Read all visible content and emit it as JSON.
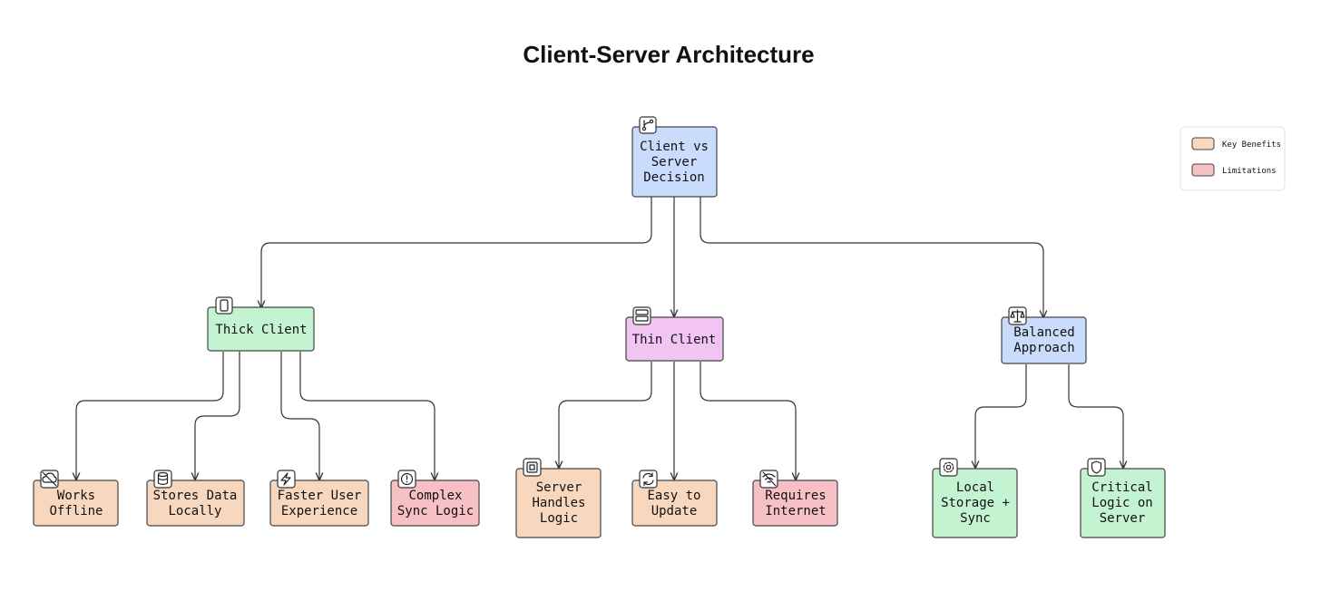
{
  "title": "Client-Server Architecture",
  "colors": {
    "decision": "#c9dcfb",
    "thick": "#c3f3d0",
    "thin": "#f1c4f4",
    "benefit": "#f8d7bf",
    "limitation": "#f6c0c4",
    "neutral_green": "#c3f3d0"
  },
  "legend": [
    {
      "label": "Key Benefits",
      "color": "#f8d7bf"
    },
    {
      "label": "Limitations",
      "color": "#f6c0c4"
    }
  ],
  "nodes": {
    "root": {
      "lines": [
        "Client vs",
        "Server",
        "Decision"
      ],
      "icon": "git-branch-icon"
    },
    "thick": {
      "lines": [
        "Thick Client"
      ],
      "icon": "smartphone-icon"
    },
    "thin": {
      "lines": [
        "Thin Client"
      ],
      "icon": "server-icon"
    },
    "balanced": {
      "lines": [
        "Balanced",
        "Approach"
      ],
      "icon": "scale-icon"
    },
    "offline": {
      "lines": [
        "Works",
        "Offline"
      ],
      "icon": "cloud-off-icon"
    },
    "stores": {
      "lines": [
        "Stores Data",
        "Locally"
      ],
      "icon": "database-icon"
    },
    "faster": {
      "lines": [
        "Faster User",
        "Experience"
      ],
      "icon": "lightning-icon"
    },
    "complex": {
      "lines": [
        "Complex",
        "Sync Logic"
      ],
      "icon": "alert-circle-icon"
    },
    "serverlogic": {
      "lines": [
        "Server",
        "Handles",
        "Logic"
      ],
      "icon": "cpu-icon"
    },
    "easy": {
      "lines": [
        "Easy to",
        "Update"
      ],
      "icon": "refresh-icon"
    },
    "requires": {
      "lines": [
        "Requires",
        "Internet"
      ],
      "icon": "wifi-off-icon"
    },
    "localstorage": {
      "lines": [
        "Local",
        "Storage +",
        "Sync"
      ],
      "icon": "gear-icon"
    },
    "critical": {
      "lines": [
        "Critical",
        "Logic on",
        "Server"
      ],
      "icon": "shield-icon"
    }
  }
}
